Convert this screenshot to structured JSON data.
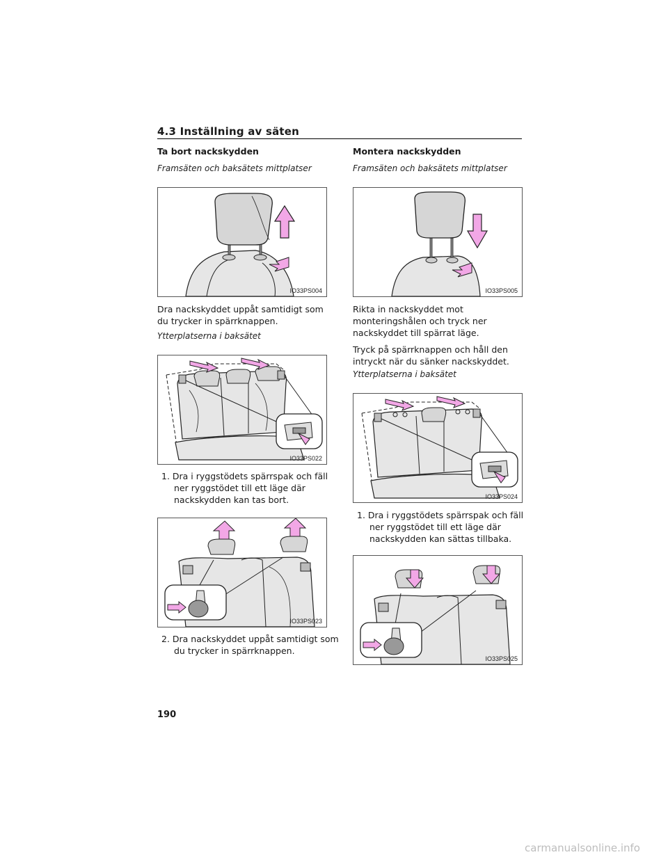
{
  "section": {
    "title": "4.3 Inställning av säten"
  },
  "left": {
    "heading": "Ta bort nackskydden",
    "subheading_front": "Framsäten och baksätets mittplatser",
    "fig1_code": "IO33PS004",
    "para1": "Dra nackskyddet uppåt samtidigt som du trycker in spärrknappen.",
    "subheading_outer": "Ytterplatserna i baksätet",
    "fig2_code": "IO33PS022",
    "step1": "1. Dra i ryggstödets spärrspak och fäll ner ryggstödet till ett läge där nackskydden kan tas bort.",
    "fig3_code": "IO33PS023",
    "step2": "2. Dra nackskyddet uppåt samtidigt som du trycker in spärrknappen."
  },
  "right": {
    "heading": "Montera nackskydden",
    "subheading_front": "Framsäten och baksätets mittplatser",
    "fig1_code": "IO33PS005",
    "para1": "Rikta in nackskyddet mot monteringshålen och tryck ner nackskyddet till spärrat läge.",
    "para2": "Tryck på spärrknappen och håll den intryckt när du sänker nackskyddet.",
    "subheading_outer": "Ytterplatserna i baksätet",
    "fig2_code": "IO33PS024",
    "step1": "1. Dra i ryggstödets spärrspak och fäll ner ryggstödet till ett läge där nackskydden kan sättas tillbaka.",
    "fig3_code": "IO33PS025"
  },
  "page_number": "190",
  "watermark": "carmanualsonline.info",
  "colors": {
    "arrow_fill": "#f2a7e6",
    "headrest_fill": "#d6d6d6",
    "seat_fill": "#e6e6e6"
  }
}
